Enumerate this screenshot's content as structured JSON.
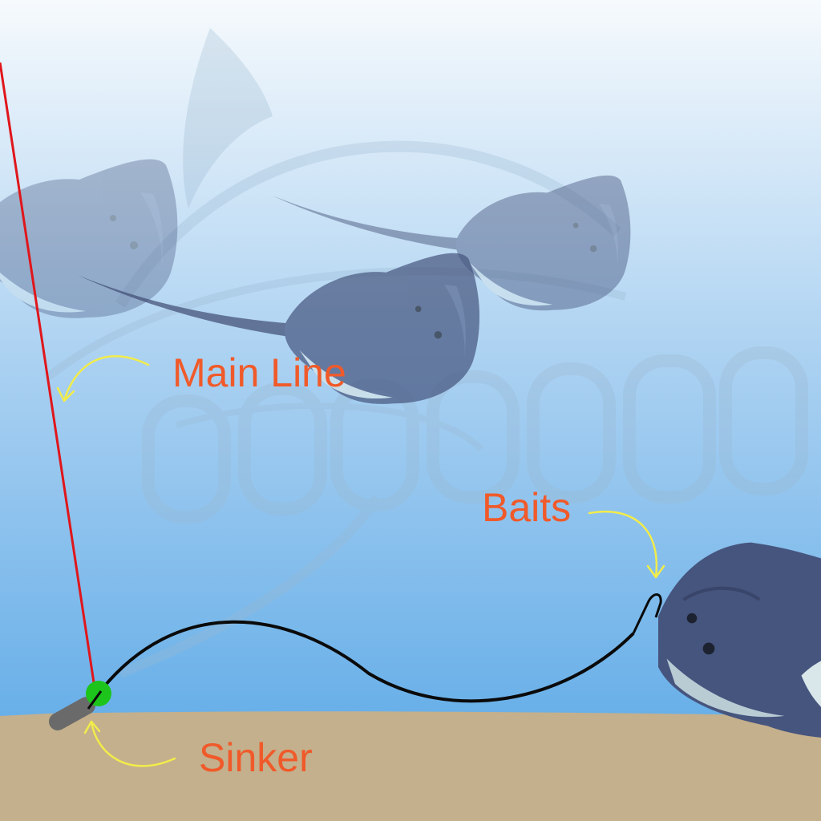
{
  "labels": {
    "main_line": "Main Line",
    "baits": "Baits",
    "sinker": "Sinker"
  },
  "colors": {
    "label_text": "#f05a2a",
    "main_line": "#e0161b",
    "leader_line": "#0a0a0a",
    "arrow": "#f2ec4a",
    "swivel": "#1cc41c",
    "sinker": "#6a6a6a",
    "sand": "#c4b08c",
    "water_top": "#f6fafd",
    "water_bottom": "#55a6e6",
    "stingray": "#46557e",
    "stingray_belly": "#d9e7ea"
  },
  "icons": {
    "fish": "stingray-icon",
    "watermark": "logo-watermark"
  }
}
